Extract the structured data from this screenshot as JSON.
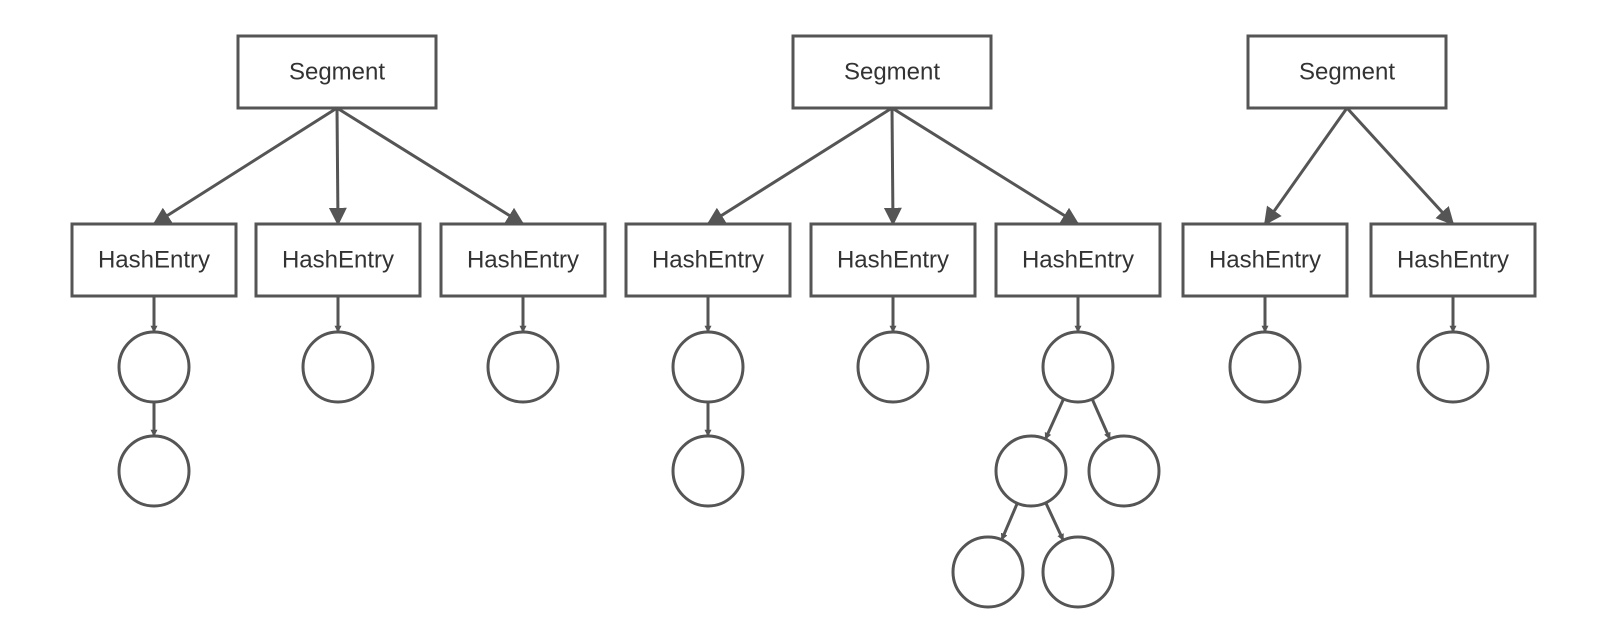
{
  "colors": {
    "stroke": "#555555",
    "text": "#333333",
    "background": "#ffffff"
  },
  "diagram": {
    "nodes": [
      {
        "id": "s1",
        "kind": "box",
        "label": "Segment"
      },
      {
        "id": "h1",
        "kind": "box",
        "label": "HashEntry"
      },
      {
        "id": "h2",
        "kind": "box",
        "label": "HashEntry"
      },
      {
        "id": "h3",
        "kind": "box",
        "label": "HashEntry"
      },
      {
        "id": "s2",
        "kind": "box",
        "label": "Segment"
      },
      {
        "id": "h4",
        "kind": "box",
        "label": "HashEntry"
      },
      {
        "id": "h5",
        "kind": "box",
        "label": "HashEntry"
      },
      {
        "id": "h6",
        "kind": "box",
        "label": "HashEntry"
      },
      {
        "id": "s3",
        "kind": "box",
        "label": "Segment"
      },
      {
        "id": "h7",
        "kind": "box",
        "label": "HashEntry"
      },
      {
        "id": "h8",
        "kind": "box",
        "label": "HashEntry"
      },
      {
        "id": "c1",
        "kind": "circle",
        "label": ""
      },
      {
        "id": "c2",
        "kind": "circle",
        "label": ""
      },
      {
        "id": "c3",
        "kind": "circle",
        "label": ""
      },
      {
        "id": "c4",
        "kind": "circle",
        "label": ""
      },
      {
        "id": "c5",
        "kind": "circle",
        "label": ""
      },
      {
        "id": "c6",
        "kind": "circle",
        "label": ""
      },
      {
        "id": "c7",
        "kind": "circle",
        "label": ""
      },
      {
        "id": "c8",
        "kind": "circle",
        "label": ""
      },
      {
        "id": "c9",
        "kind": "circle",
        "label": ""
      },
      {
        "id": "c10",
        "kind": "circle",
        "label": ""
      },
      {
        "id": "c11",
        "kind": "circle",
        "label": ""
      },
      {
        "id": "c12",
        "kind": "circle",
        "label": ""
      },
      {
        "id": "c13",
        "kind": "circle",
        "label": ""
      },
      {
        "id": "c14",
        "kind": "circle",
        "label": ""
      }
    ],
    "edges": [
      {
        "from": "s1",
        "to": "h1"
      },
      {
        "from": "s1",
        "to": "h2"
      },
      {
        "from": "s1",
        "to": "h3"
      },
      {
        "from": "h1",
        "to": "c1"
      },
      {
        "from": "c1",
        "to": "c2"
      },
      {
        "from": "h2",
        "to": "c3"
      },
      {
        "from": "h3",
        "to": "c4"
      },
      {
        "from": "s2",
        "to": "h4"
      },
      {
        "from": "s2",
        "to": "h5"
      },
      {
        "from": "s2",
        "to": "h6"
      },
      {
        "from": "h4",
        "to": "c5"
      },
      {
        "from": "c5",
        "to": "c6"
      },
      {
        "from": "h5",
        "to": "c7"
      },
      {
        "from": "h6",
        "to": "c8"
      },
      {
        "from": "c8",
        "to": "c9"
      },
      {
        "from": "c8",
        "to": "c10"
      },
      {
        "from": "c9",
        "to": "c11"
      },
      {
        "from": "c9",
        "to": "c12"
      },
      {
        "from": "s3",
        "to": "h7"
      },
      {
        "from": "s3",
        "to": "h8"
      },
      {
        "from": "h7",
        "to": "c13"
      },
      {
        "from": "h8",
        "to": "c14"
      }
    ]
  }
}
